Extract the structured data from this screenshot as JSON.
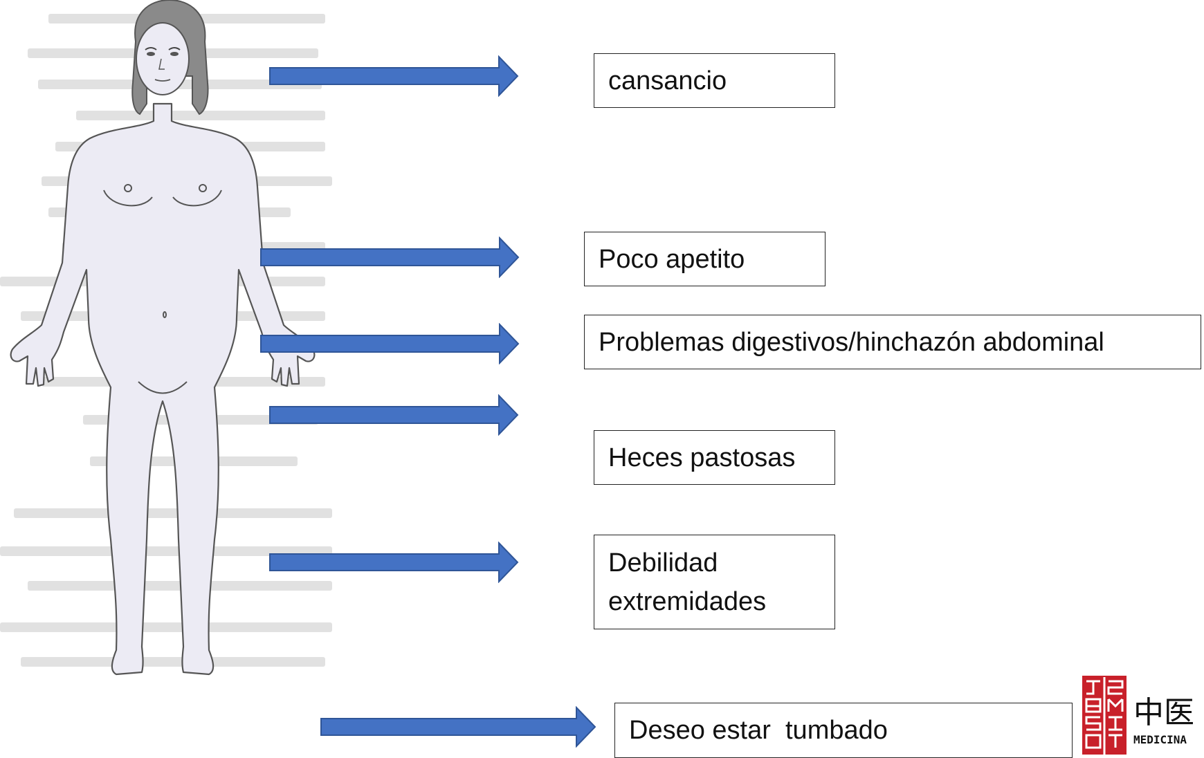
{
  "labels": {
    "cansancio": "cansancio",
    "poco_apetito": "Poco apetito",
    "problemas_digestivos": "Problemas digestivos/hinchazón abdominal",
    "heces_pastosas": "Heces pastosas",
    "debilidad_line1": "Debilidad",
    "debilidad_line2": "extremidades",
    "deseo_tumbado": "Deseo estar  tumbado"
  },
  "logo": {
    "seal_letters": "JASON SMITH",
    "chinese": "中医",
    "caption": "MEDICINA"
  },
  "colors": {
    "arrow_fill": "#4472c4",
    "arrow_stroke": "#2f5597",
    "body_fill": "#ecebf4",
    "logo_red": "#c8202a"
  }
}
